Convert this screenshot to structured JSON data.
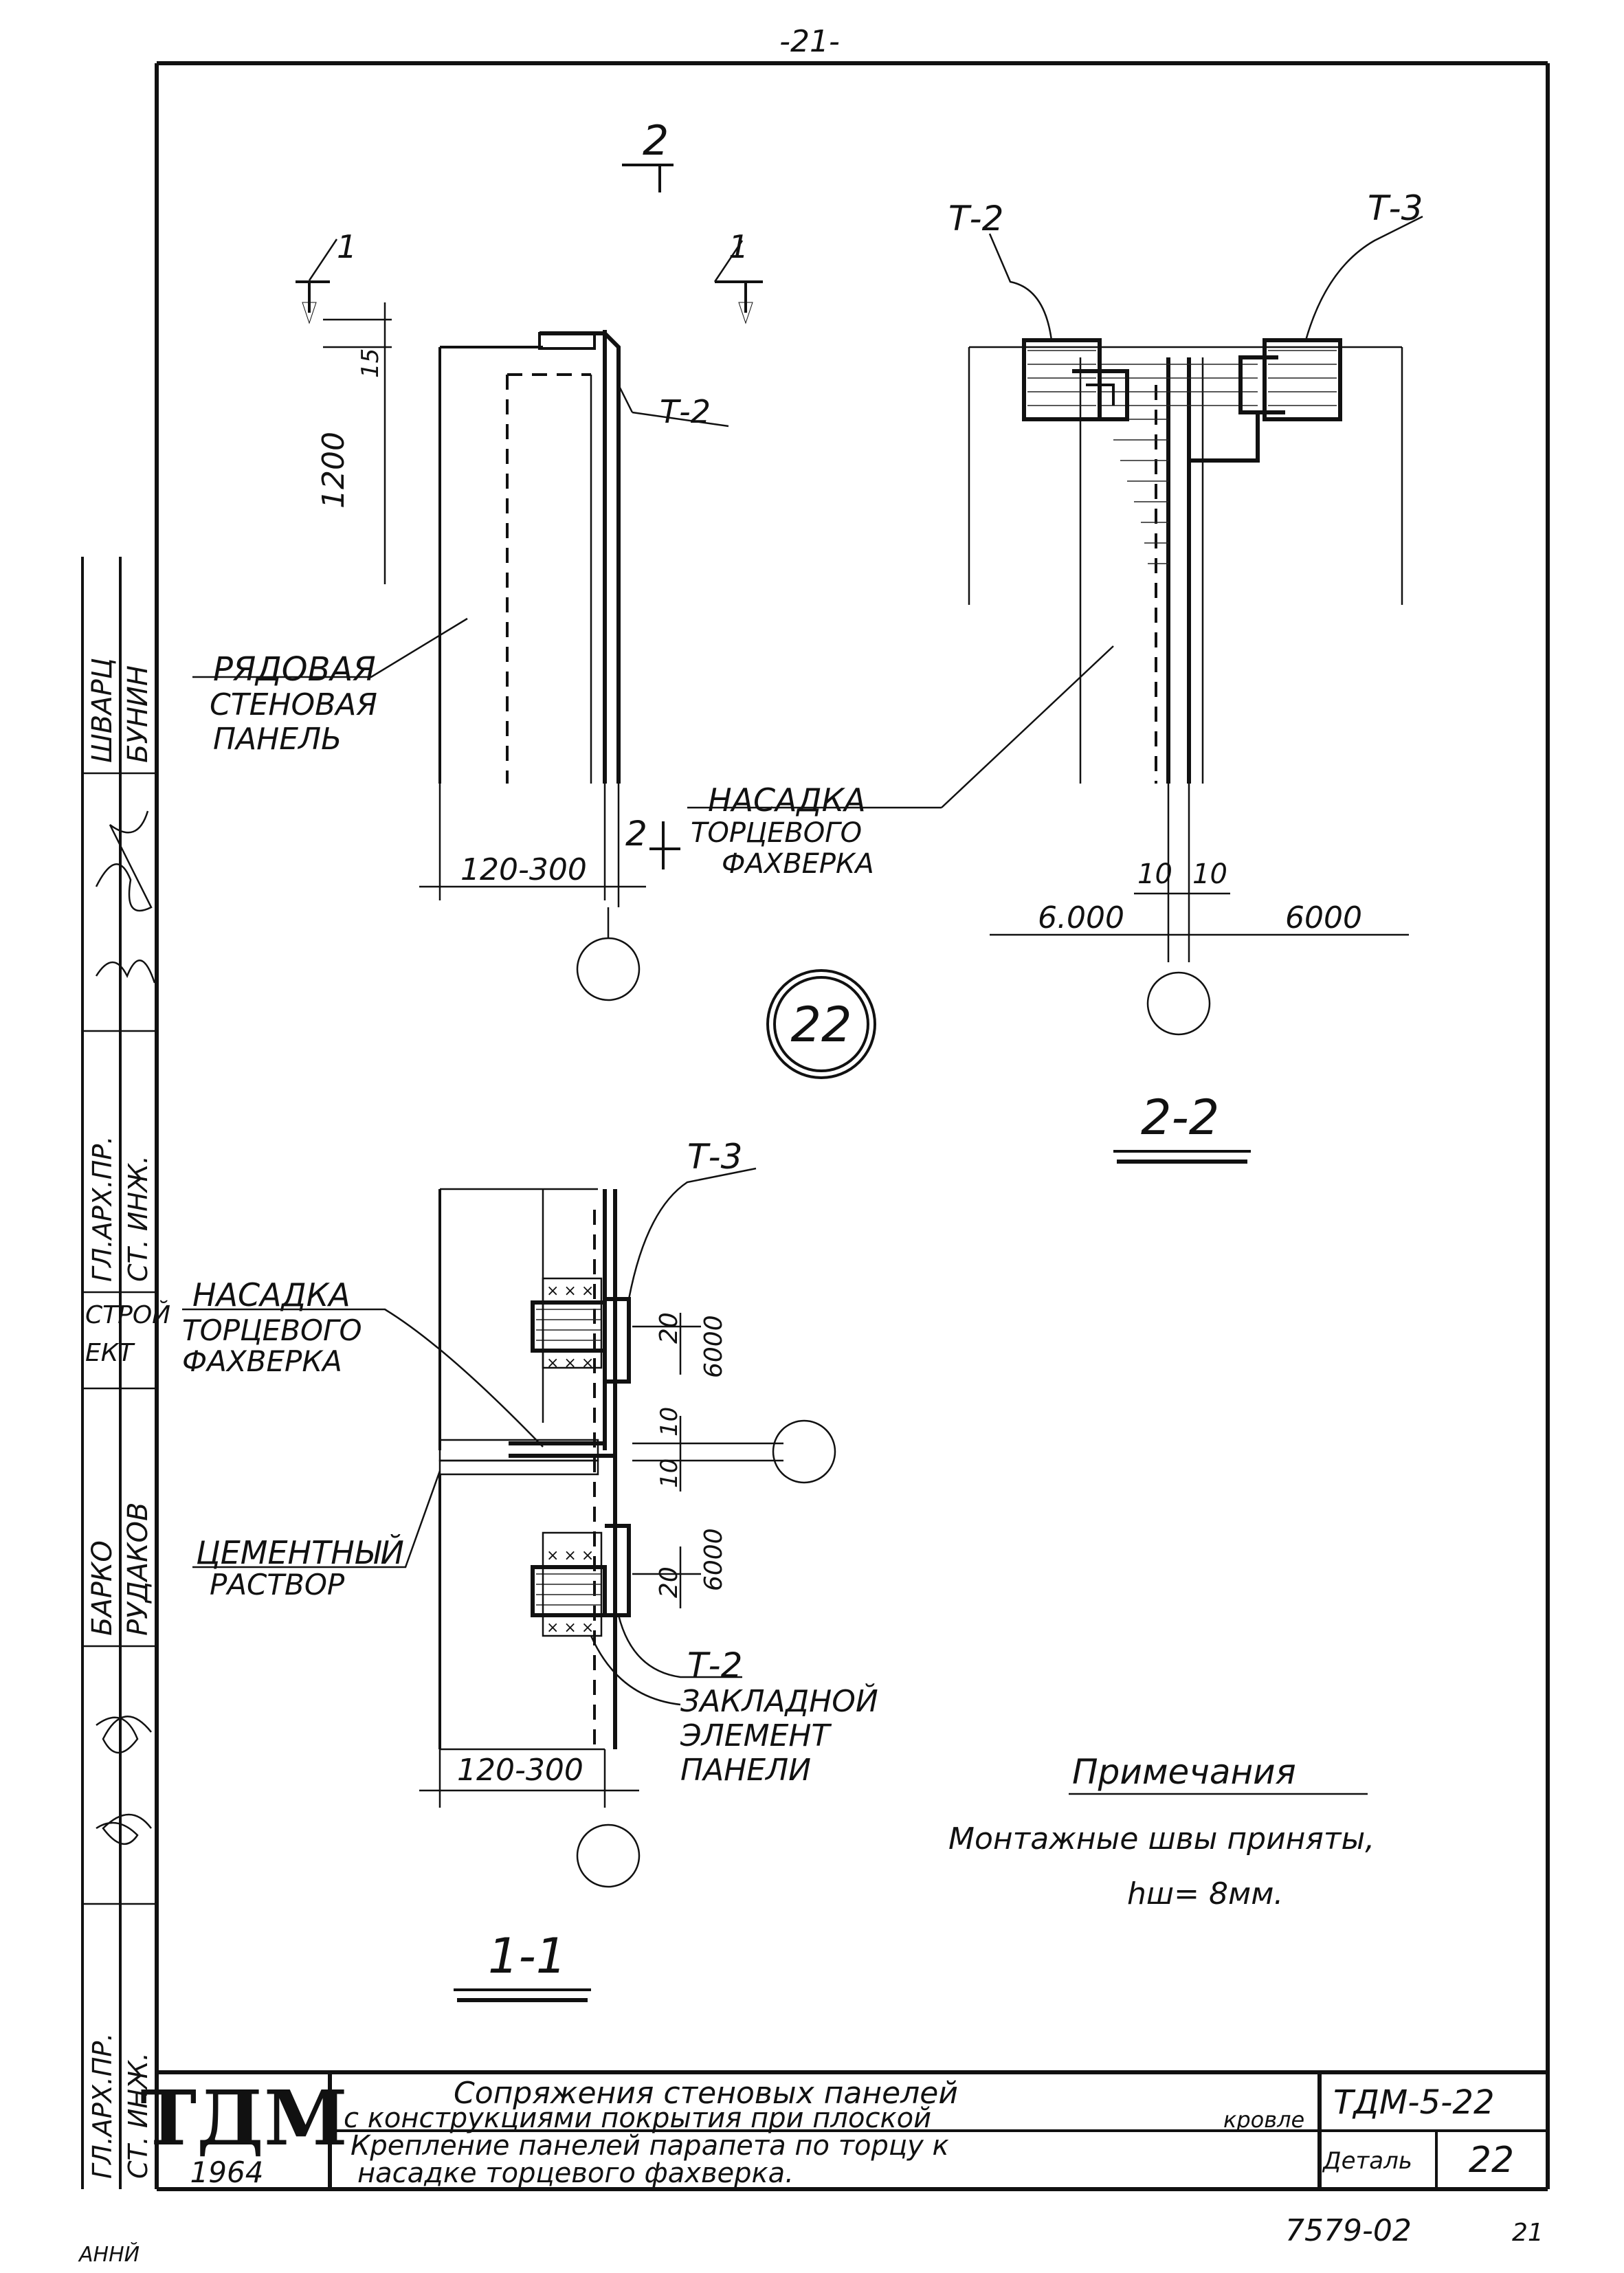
{
  "page_number": "-21-",
  "sheet_number_bottom": "21",
  "archive_number": "7579-02",
  "detail_circle": "22",
  "view_1": {
    "cut_mark_1_left": "1",
    "cut_mark_1_right": "1",
    "cut_mark_2_top": "2",
    "cut_mark_2_bottom": "2",
    "dim_15": "15",
    "dim_1200": "1200",
    "dim_120_300": "120-300",
    "callout_t2": "Т-2",
    "label_panel": [
      "РЯДОВАЯ",
      "СТЕНОВАЯ",
      "ПАНЕЛЬ"
    ],
    "label_cap": [
      "НАСАДКА",
      "ТОРЦЕВОГО",
      "ФАХВЕРКА"
    ]
  },
  "section_2_2": {
    "title": "2-2",
    "callout_t2": "Т-2",
    "callout_t3": "Т-3",
    "dim_10a": "10",
    "dim_10b": "10",
    "dim_6000_left": "6.000",
    "dim_6000_right": "6000"
  },
  "section_1_1": {
    "title": "1-1",
    "callout_t3": "Т-3",
    "callout_t2": "Т-2",
    "label_cap": [
      "НАСАДКА",
      "ТОРЦЕВОГО",
      "ФАХВЕРКА"
    ],
    "label_mortar": [
      "ЦЕМЕНТНЫЙ",
      "РАСТВОР"
    ],
    "label_embedded": [
      "ЗАКЛАДНОЙ",
      "ЭЛЕМЕНТ",
      "ПАНЕЛИ"
    ],
    "dim_20_top": "20",
    "dim_6000_top": "6000",
    "dim_10_a": "10",
    "dim_10_b": "10",
    "dim_6000_bottom": "6000",
    "dim_20_bottom": "20",
    "dim_120_300": "120-300"
  },
  "notes": {
    "title": "Примечания",
    "line1": "Монтажные швы приняты,",
    "line2": "hш= 8мм."
  },
  "side_stamp": {
    "cells": [
      "ШВАРЦ",
      "БУНИН",
      "ГЛ.АРХ.ПР.",
      "СТ. ИНЖ.",
      "СТРОЙ",
      "ЕКТ",
      "БАРКО",
      "РУДАКОВ",
      "ГЛ.АРХ.ПР.",
      "СТ. ИНЖ.",
      "АННЙ"
    ]
  },
  "title_block": {
    "logo": "ТДМ",
    "year": "1964",
    "title_line1": "Сопряжения стеновых панелей",
    "title_line2": "с конструкциями покрытия при плоской",
    "title_line2_end": "кровле",
    "subtitle_line1": "Крепление панелей парапета по торцу к",
    "subtitle_line2": "насадке торцевого фахверка.",
    "code": "ТДМ-5-22",
    "detail_label": "Деталь",
    "detail_number": "22"
  }
}
